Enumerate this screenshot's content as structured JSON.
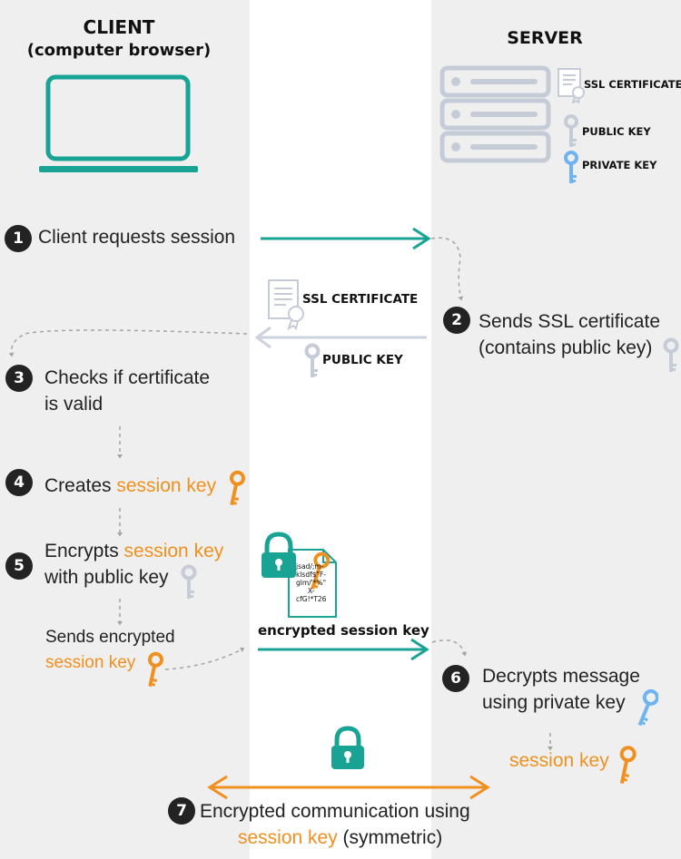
{
  "colors": {
    "teal": "#18a394",
    "orange": "#f0901e",
    "server_gray": "#c5ccd7",
    "arrow_gray": "#ccd3dd",
    "blue_key": "#6fb4f0",
    "badge": "#232323",
    "panel": "#efefef"
  },
  "client": {
    "title": "CLIENT",
    "subtitle": "(computer browser)",
    "icon": "laptop-icon"
  },
  "server": {
    "title": "SERVER",
    "icon": "server-rack-icon",
    "items": {
      "ssl": "SSL CERTIFICATE",
      "public_key": "PUBLIC KEY",
      "private_key": "PRIVATE KEY"
    }
  },
  "steps": {
    "s1": {
      "num": "1",
      "text": "Client requests session"
    },
    "s2": {
      "num": "2",
      "line1": "Sends  SSL certificate",
      "line2": "(contains public key)"
    },
    "s3": {
      "num": "3",
      "line1": "Checks if certificate",
      "line2": "is valid"
    },
    "s4": {
      "num": "4",
      "prefix": "Creates ",
      "highlight": "session key"
    },
    "s5": {
      "num": "5",
      "prefix": "Encrypts ",
      "highlight": "session key",
      "line2": "with public key"
    },
    "send": {
      "line1": "Sends encrypted",
      "highlight": "session key"
    },
    "s6": {
      "num": "6",
      "line1": "Decrypts message",
      "line2": "using private key",
      "result": "session key"
    },
    "s7": {
      "num": "7",
      "line1": "Encrypted communication using",
      "highlight": "session key",
      "suffix": " (symmetric)"
    }
  },
  "transfer": {
    "ssl_label": "SSL CERTIFICATE",
    "public_key_label": "PUBLIC KEY",
    "encrypted_label": "encrypted session key",
    "doc_text": [
      "jsad/;m-",
      "klsdf$\"F-",
      "glm/'*%\"",
      "X-",
      "cfG!*T26"
    ]
  }
}
